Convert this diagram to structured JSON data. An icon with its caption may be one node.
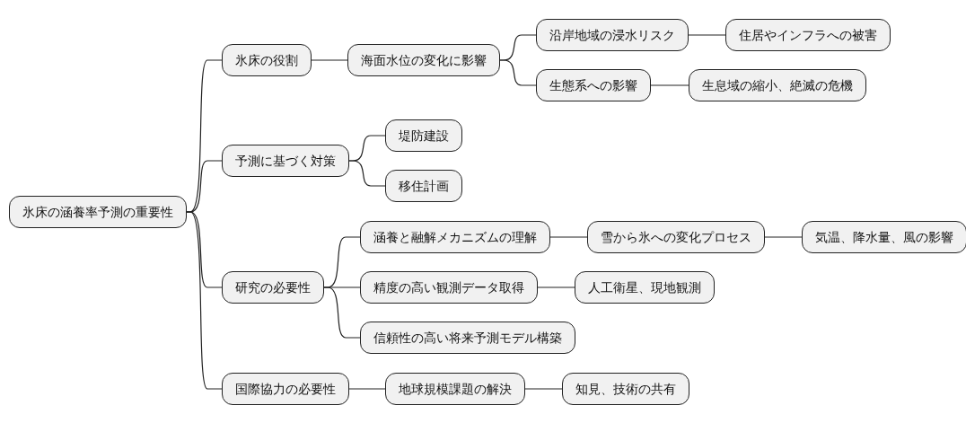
{
  "diagram": {
    "nodes": [
      {
        "text": [
          "氷床の涵養率予測の重要性"
        ]
      },
      {
        "text": [
          "氷床の役割"
        ]
      },
      {
        "text": [
          "海面水位の変化に影響"
        ]
      },
      {
        "text": [
          "沿岸地域の浸水リスク"
        ]
      },
      {
        "text": [
          "住居やインフラへの被害"
        ]
      },
      {
        "text": [
          "生態系への影響"
        ]
      },
      {
        "text": [
          "生息域の縮小、絶滅の危機"
        ]
      },
      {
        "text": [
          "予測に基づく対策"
        ]
      },
      {
        "text": [
          "堤防建設"
        ]
      },
      {
        "text": [
          "移住計画"
        ]
      },
      {
        "text": [
          "研究の必要性"
        ]
      },
      {
        "text": [
          "涵養と融解メカニズムの理解"
        ]
      },
      {
        "text": [
          "雪から氷への変化プロセス"
        ]
      },
      {
        "text": [
          "気温、降水量、風の影響"
        ]
      },
      {
        "text": [
          "精度の高い観測データ取得"
        ]
      },
      {
        "text": [
          "人工衛星、現地観測"
        ]
      },
      {
        "text": [
          "信頼性の高い将来予測モデル構築"
        ]
      },
      {
        "text": [
          "国際協力の必要性"
        ]
      },
      {
        "text": [
          "地球規模課題の解決"
        ]
      },
      {
        "text": [
          "知見、技術の共有"
        ]
      }
    ],
    "edges": [
      {
        "from": 0,
        "to": 1,
        "arrow": "none"
      },
      {
        "from": 1,
        "to": 2,
        "arrow": "none"
      },
      {
        "from": 2,
        "to": 3,
        "arrow": "none"
      },
      {
        "from": 3,
        "to": 4,
        "arrow": "none"
      },
      {
        "from": 2,
        "to": 5,
        "arrow": "none"
      },
      {
        "from": 5,
        "to": 6,
        "arrow": "none"
      },
      {
        "from": 0,
        "to": 7,
        "arrow": "none"
      },
      {
        "from": 7,
        "to": 8,
        "arrow": "none"
      },
      {
        "from": 7,
        "to": 9,
        "arrow": "none"
      },
      {
        "from": 0,
        "to": 10,
        "arrow": "none"
      },
      {
        "from": 10,
        "to": 11,
        "arrow": "none"
      },
      {
        "from": 11,
        "to": 12,
        "arrow": "none"
      },
      {
        "from": 12,
        "to": 13,
        "arrow": "none"
      },
      {
        "from": 10,
        "to": 14,
        "arrow": "none"
      },
      {
        "from": 14,
        "to": 15,
        "arrow": "none"
      },
      {
        "from": 10,
        "to": 16,
        "arrow": "none"
      },
      {
        "from": 0,
        "to": 17,
        "arrow": "none"
      },
      {
        "from": 17,
        "to": 18,
        "arrow": "none"
      },
      {
        "from": 18,
        "to": 19,
        "arrow": "none"
      }
    ]
  }
}
